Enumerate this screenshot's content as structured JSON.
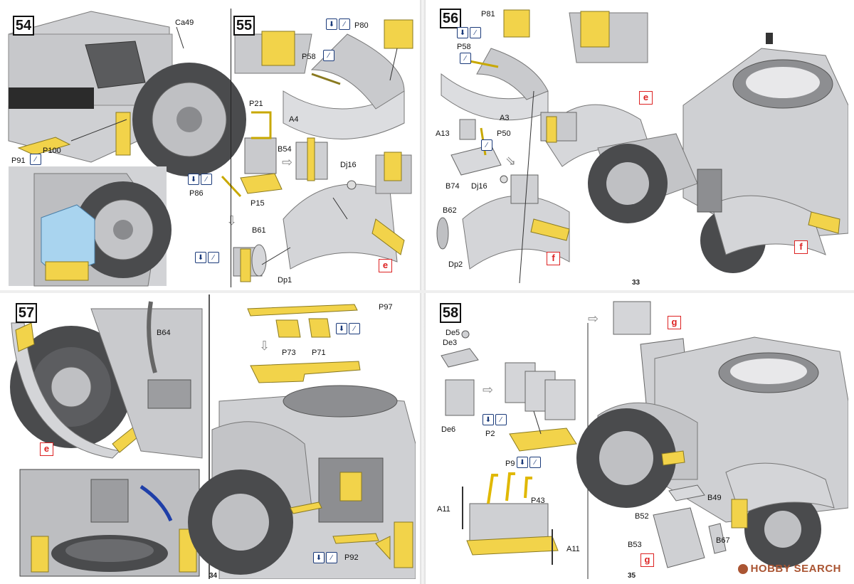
{
  "steps": {
    "s54": {
      "number": "54",
      "labels": {
        "ca49": "Ca49",
        "p100": "P100",
        "p91": "P91"
      }
    },
    "s55": {
      "number": "55",
      "labels": {
        "p80": "P80",
        "p58": "P58",
        "a4": "A4",
        "p21": "P21",
        "b54": "B54",
        "p86": "P86",
        "p15": "P15",
        "dj16": "Dj16",
        "b61": "B61",
        "dp1": "Dp1"
      },
      "tag": "e"
    },
    "s56": {
      "number": "56",
      "labels": {
        "p81": "P81",
        "p58": "P58",
        "a3": "A3",
        "a13": "A13",
        "p50": "P50",
        "b74": "B74",
        "dj16": "Dj16",
        "b62": "B62",
        "dp2": "Dp2"
      },
      "tags": [
        "e",
        "f",
        "f"
      ]
    },
    "s57": {
      "number": "57",
      "labels": {
        "b64": "B64",
        "p97": "P97",
        "p73": "P73",
        "p71": "P71",
        "p92": "P92"
      },
      "tag": "e"
    },
    "s58": {
      "number": "58",
      "labels": {
        "de5": "De5",
        "de3": "De3",
        "de6": "De6",
        "p2": "P2",
        "p9": "P9",
        "a11_left": "A11",
        "p43": "P43",
        "a11_right": "A11",
        "b49": "B49",
        "b52": "B52",
        "b53": "B53",
        "b67": "B67"
      },
      "tags": [
        "g",
        "g"
      ]
    }
  },
  "page_numbers": {
    "right_top": "33",
    "left_bottom": "34",
    "right_bottom": "35"
  },
  "icons": {
    "glue": "glue-icon",
    "paint": "paint-brush-icon"
  },
  "watermark": "HOBBY SEARCH",
  "colors": {
    "part_yellow": "#f2d34a",
    "hull_grey": "#c9cacd",
    "tire_dark": "#4a4b4d",
    "tag_red": "#d22222",
    "icon_blue": "#1a3a7a",
    "box_blue": "#a9d4ef"
  }
}
